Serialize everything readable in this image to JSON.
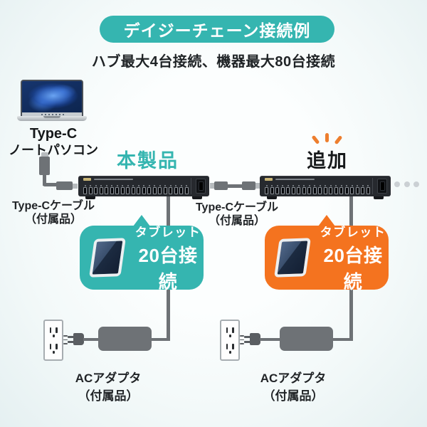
{
  "header": {
    "title": "デイジーチェーン接続例",
    "subtitle": "ハブ最大4台接続、機器最大80台接続"
  },
  "laptop": {
    "label_line1": "Type-C",
    "label_line2": "ノートパソコン"
  },
  "labels": {
    "product": "本製品",
    "addition": "追加"
  },
  "cable_labels": {
    "left": {
      "line1": "Type-Cケーブル",
      "line2": "（付属品）"
    },
    "right": {
      "line1": "Type-Cケーブル",
      "line2": "（付属品）"
    }
  },
  "callouts": {
    "left": {
      "device": "タブレット",
      "count": "20台接続"
    },
    "right": {
      "device": "タブレット",
      "count": "20台接続"
    }
  },
  "adapter_labels": {
    "left": {
      "line1": "ACアダプタ",
      "line2": "（付属品）"
    },
    "right": {
      "line1": "ACアダプタ",
      "line2": "（付属品）"
    }
  },
  "hub": {
    "port_count": 20
  },
  "more_hubs_dots": 3,
  "colors": {
    "teal": "#35b5b0",
    "orange": "#f4731f",
    "hub_body": "#26292e",
    "cable_gray": "#6e7276"
  }
}
